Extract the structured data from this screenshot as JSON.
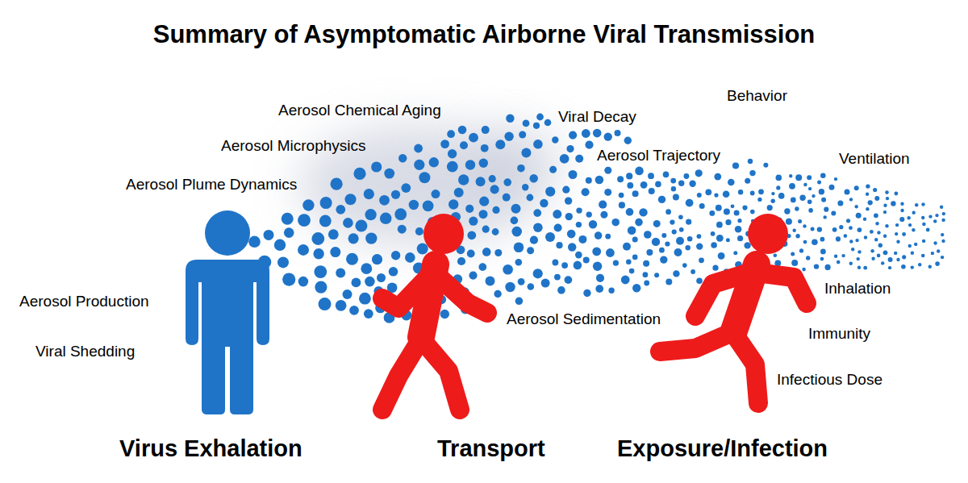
{
  "diagram": {
    "title": "Summary of Asymptomatic Airborne Viral Transmission",
    "labels": [
      "Aerosol Chemical Aging",
      "Viral Decay",
      "Behavior",
      "Aerosol Microphysics",
      "Aerosol Trajectory",
      "Ventilation",
      "Aerosol Plume Dynamics",
      "Aerosol Production",
      "Inhalation",
      "Aerosol Sedimentation",
      "Viral Shedding",
      "Immunity",
      "Infectious Dose",
      "Virus Exhalation",
      "Transport",
      "Exposure/Infection"
    ]
  }
}
